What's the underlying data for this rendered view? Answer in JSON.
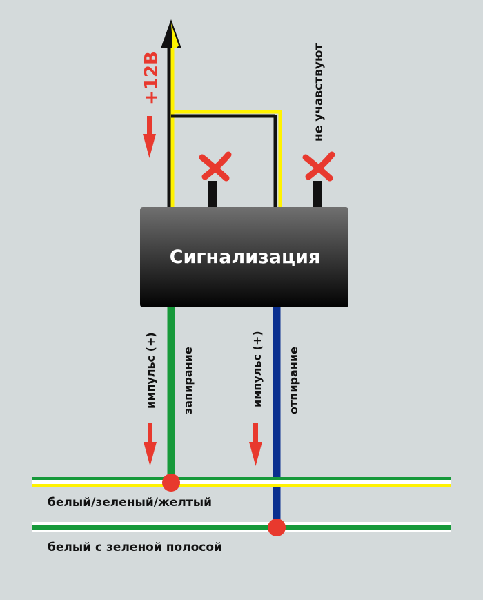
{
  "colors": {
    "background": "#d4dadb",
    "wire_yellow": "#fff200",
    "wire_black": "#111111",
    "wire_green": "#16993a",
    "wire_blue": "#0a2f8f",
    "arrow_red": "#e8392e",
    "node_red": "#e8392e",
    "box_top": "#6f6f6f",
    "box_bottom": "#030303",
    "text_dark": "#111111",
    "text_red": "#e8392e",
    "text_white": "#ffffff"
  },
  "box": {
    "title": "Сигнализация"
  },
  "labels": {
    "power": "+12В",
    "not_involved": "не учавствуют",
    "pulse_lock": "импульс (+)",
    "lock": "запирание",
    "pulse_unlock": "импульс (+)",
    "unlock": "отпирание",
    "bus1": "белый/зеленый/желтый",
    "bus2": "белый с зеленой полосой"
  },
  "icons": {
    "power_direction": "arrow-down-icon",
    "unused_wire": "cross-icon",
    "pulse_direction": "arrow-down-icon",
    "connection": "connection-dot-icon"
  }
}
